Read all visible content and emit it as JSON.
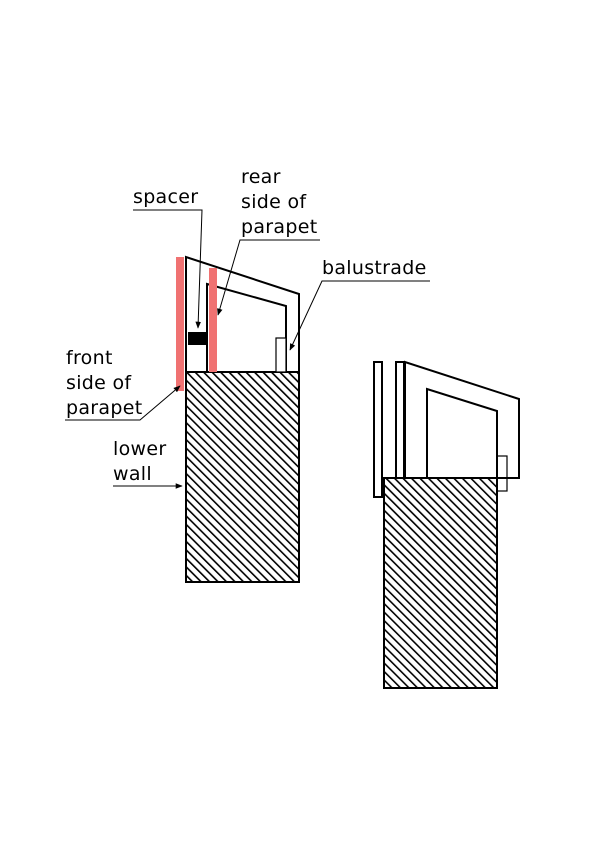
{
  "labels": {
    "spacer": "spacer",
    "rear_line1": "rear",
    "rear_line2": "side of",
    "rear_line3": "parapet",
    "balustrade": "balustrade",
    "front_line1": "front",
    "front_line2": "side of",
    "front_line3": "parapet",
    "lower_line1": "lower",
    "lower_line2": "wall"
  },
  "colors": {
    "highlight": "#f07272",
    "stroke": "#000000",
    "hatch": "#000000"
  }
}
